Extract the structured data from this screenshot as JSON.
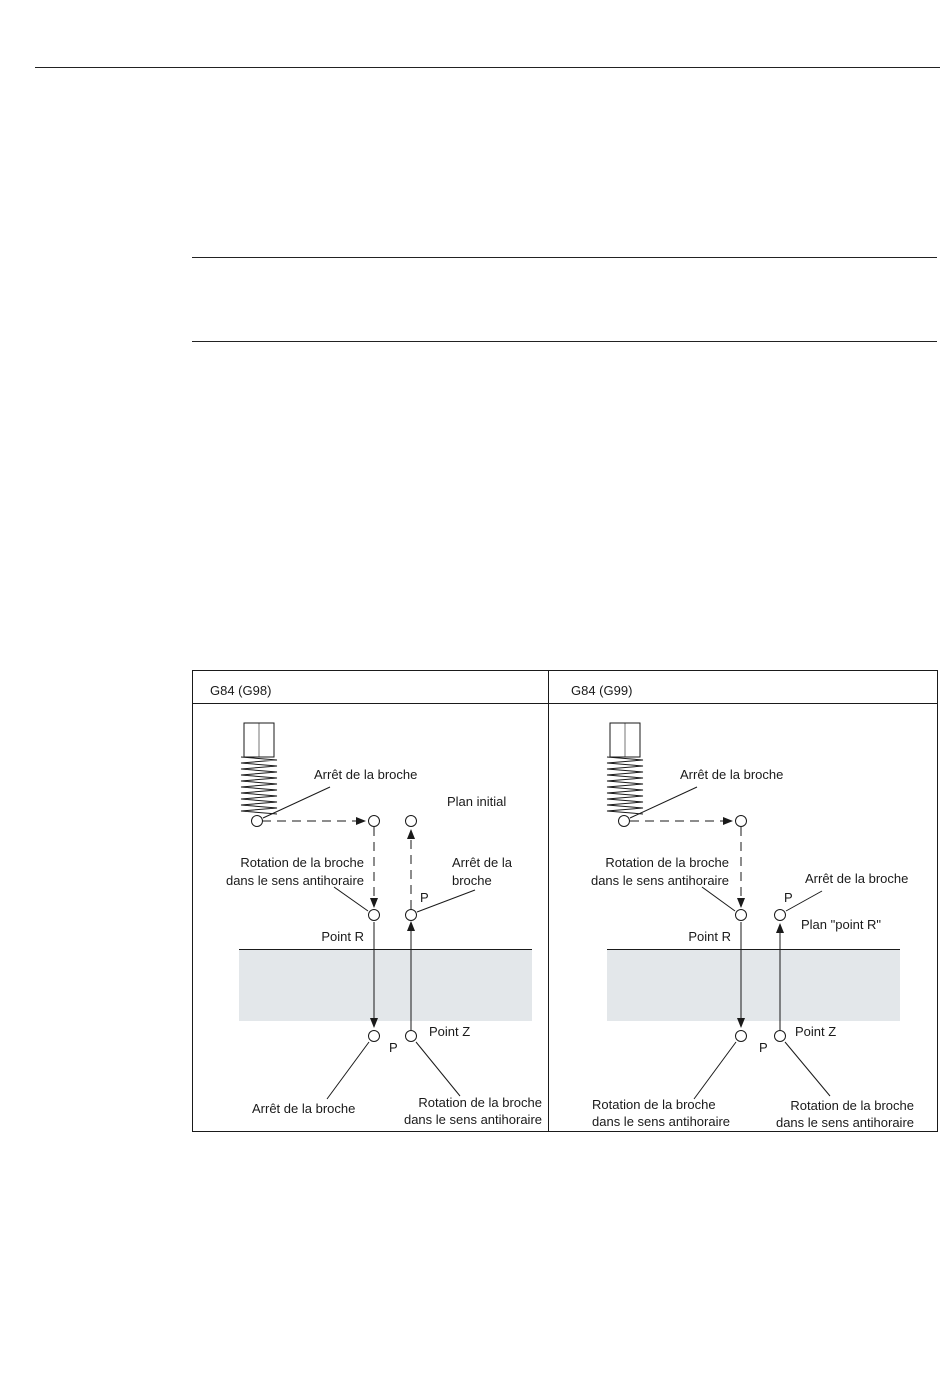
{
  "figure": {
    "panels": [
      {
        "header": "G84 (G98)",
        "labels": {
          "spindle_stop_top": "Arrêt de la broche",
          "initial_plane": "Plan initial",
          "rotation_1": "Rotation de la broche",
          "rotation_2": "dans le sens antihoraire",
          "stop_right_1": "Arrêt de la",
          "stop_right_2": "broche",
          "p_top": "P",
          "point_r": "Point R",
          "point_z": "Point Z",
          "p_bottom": "P",
          "bottom_left_1": "Arrêt de la broche",
          "bottom_right_1": "Rotation de la broche",
          "bottom_right_2": "dans le sens antihoraire"
        }
      },
      {
        "header": "G84 (G99)",
        "labels": {
          "spindle_stop_top": "Arrêt de la broche",
          "rotation_1": "Rotation de la broche",
          "rotation_2": "dans le sens antihoraire",
          "stop_right": "Arrêt de la broche",
          "p_top": "P",
          "plane_r": "Plan \"point R\"",
          "point_r": "Point R",
          "point_z": "Point Z",
          "p_bottom": "P",
          "bottom_left_1": "Rotation de la broche",
          "bottom_left_2": "dans le sens antihoraire",
          "bottom_right_1": "Rotation de la broche",
          "bottom_right_2": "dans le sens antihoraire"
        }
      }
    ],
    "colors": {
      "workpiece": "#e3e7ea",
      "line": "#1a1a1a"
    }
  }
}
